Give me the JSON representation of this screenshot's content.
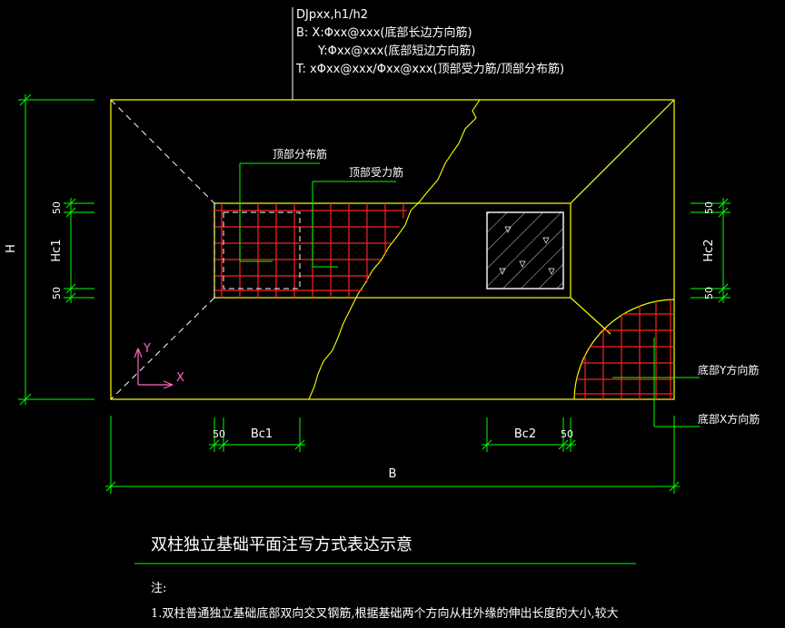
{
  "annotation": {
    "line1": "DJpxx,h1/h2",
    "line2": "B: X:Φxx@xxx(底部长边方向筋)",
    "line3": "Y:Φxx@xxx(底部短边方向筋)",
    "line4": "T: xΦxx@xxx/Φxx@xxx(顶部受力筋/顶部分布筋)"
  },
  "labels": {
    "top_dist_bar": "顶部分布筋",
    "top_main_bar": "顶部受力筋",
    "bottom_y_bar": "底部Y方向筋",
    "bottom_x_bar": "底部X方向筋"
  },
  "dimensions": {
    "H": "H",
    "Hc1": "Hc1",
    "Hc2": "Hc2",
    "B": "B",
    "Bc1": "Bc1",
    "Bc2": "Bc2",
    "offset": "50"
  },
  "axes": {
    "x": "X",
    "y": "Y"
  },
  "title": "双柱独立基础平面注写方式表达示意",
  "notes": {
    "heading": "注:",
    "item1": "1.双柱普通独立基础底部双向交叉钢筋,根据基础两个方向从柱外缘的伸出长度的大小,较大"
  },
  "colors": {
    "outline": "#ffff00",
    "rebar": "#ff2020",
    "dim": "#00ff00",
    "text": "#ffffff",
    "ucs": "#ff66cc"
  }
}
